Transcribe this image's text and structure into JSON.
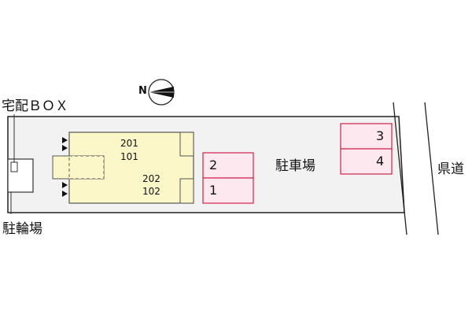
{
  "map": {
    "labels": {
      "delivery_box": "宅配ＢＯＸ",
      "bicycle_parking": "駐輪場",
      "parking_lot": "駐車場",
      "prefectural_road": "県道"
    },
    "compass": {
      "north_label": "N",
      "icon": "north-arrow-icon"
    },
    "building": {
      "rooms_upper": [
        "201",
        "101"
      ],
      "rooms_lower": [
        "202",
        "102"
      ]
    },
    "parking_spaces": {
      "left_group": [
        "2",
        "1"
      ],
      "right_group": [
        "3",
        "4"
      ]
    },
    "colors": {
      "building_fill": "#fbf7c8",
      "building_stroke": "#555555",
      "parking_fill": "#fde8ef",
      "parking_stroke": "#d0224a",
      "site_fill": "#f2f2f2",
      "site_stroke": "#222222"
    }
  }
}
